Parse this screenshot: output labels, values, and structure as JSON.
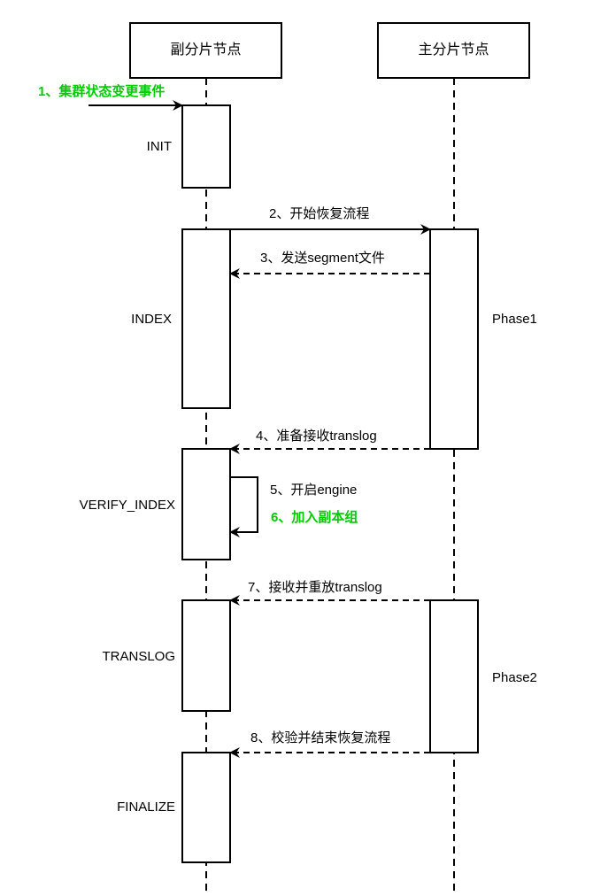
{
  "diagram": {
    "type": "sequence",
    "participants": [
      {
        "id": "replica",
        "label": "副分片节点"
      },
      {
        "id": "primary",
        "label": "主分片节点"
      }
    ],
    "states": [
      {
        "label": "INIT"
      },
      {
        "label": "INDEX"
      },
      {
        "label": "VERIFY_INDEX"
      },
      {
        "label": "TRANSLOG"
      },
      {
        "label": "FINALIZE"
      }
    ],
    "phases": [
      {
        "label": "Phase1"
      },
      {
        "label": "Phase2"
      }
    ],
    "messages": [
      {
        "label": "1、集群状态变更事件",
        "from": "external",
        "to": "replica",
        "style": "solid",
        "highlight": true
      },
      {
        "label": "2、开始恢复流程",
        "from": "replica",
        "to": "primary",
        "style": "solid",
        "highlight": false
      },
      {
        "label": "3、发送segment文件",
        "from": "primary",
        "to": "replica",
        "style": "dashed",
        "highlight": false
      },
      {
        "label": "4、准备接收translog",
        "from": "primary",
        "to": "replica",
        "style": "dashed",
        "highlight": false
      },
      {
        "label": "5、开启engine",
        "from": "replica",
        "to": "replica",
        "style": "solid",
        "highlight": false
      },
      {
        "label": "6、加入副本组",
        "from": "replica",
        "to": "replica",
        "style": "solid",
        "highlight": true
      },
      {
        "label": "7、接收并重放translog",
        "from": "primary",
        "to": "replica",
        "style": "dashed",
        "highlight": false
      },
      {
        "label": "8、校验并结束恢复流程",
        "from": "primary",
        "to": "replica",
        "style": "dashed",
        "highlight": false
      }
    ],
    "colors": {
      "line": "#000000",
      "highlight": "#00cc00",
      "background": "#ffffff"
    }
  }
}
